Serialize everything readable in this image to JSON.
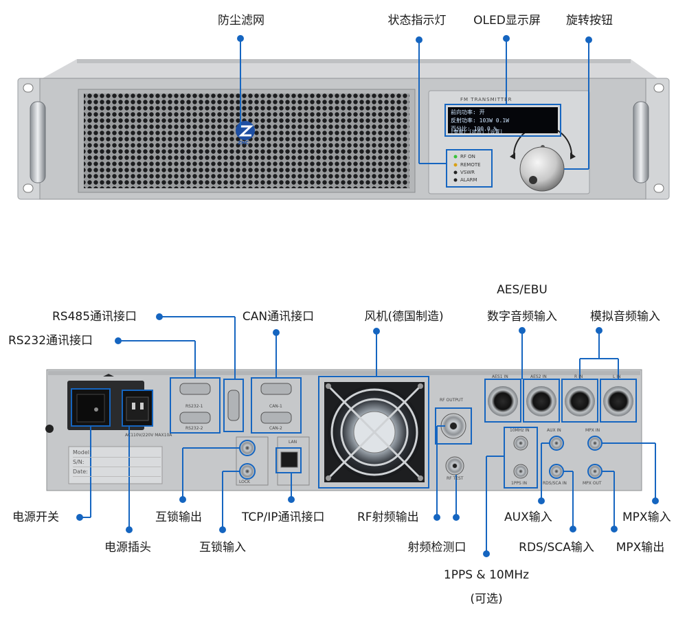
{
  "front_panel": {
    "callouts": {
      "dust_filter": "防尘滤网",
      "status_led": "状态指示灯",
      "oled_screen": "OLED显示屏",
      "rotary_knob": "旋转按钮"
    },
    "panel_title": "FM TRANSMITTER",
    "oled_lines": [
      "前向功率:    开",
      "反射功率:  103W   0.1W",
      "百分比:    100.0   %",
      "[查看]  [状态]  [设置]"
    ],
    "leds": [
      "RF ON",
      "REMOTE",
      "VSWR",
      "ALARM"
    ],
    "logo": "ZHC"
  },
  "rear_panel": {
    "callouts": {
      "rs485": "RS485通讯接口",
      "rs232": "RS232通讯接口",
      "can": "CAN通讯接口",
      "fan": "风机(德国制造)",
      "aes_line1": "AES/EBU",
      "aes_line2": "数字音频输入",
      "analog_audio": "模拟音频输入",
      "power_switch": "电源开关",
      "power_socket": "电源插头",
      "interlock_out": "互锁输出",
      "interlock_in": "互锁输入",
      "tcpip": "TCP/IP通讯接口",
      "rf_out": "RF射频输出",
      "rf_monitor": "射频检测口",
      "pps_line1": "1PPS & 10MHz",
      "pps_line2": "(可选)",
      "aux_in": "AUX输入",
      "rds_in": "RDS/SCA输入",
      "mpx_in": "MPX输入",
      "mpx_out": "MPX输出"
    },
    "panel_labels": {
      "rs232_1": "RS232-1",
      "rs232_2": "RS232-2",
      "can1": "CAN-1",
      "can2": "CAN-2",
      "power_rating": "AC110V/220V MAX10A",
      "rf_output": "RF OUTPUT",
      "rf_test": "RF TEST",
      "aes1": "AES1 IN",
      "aes2": "AES2 IN",
      "r_in": "R IN",
      "l_in": "L IN",
      "aux": "AUX IN",
      "rds": "RDS/SCA IN",
      "mpx_in": "MPX IN",
      "mpx_out": "MPX OUT",
      "ten_mhz": "10MHz IN",
      "pps": "1PPS IN",
      "lock": "LOCK",
      "lan": "LAN"
    },
    "plate_fields": [
      "Model:",
      "S/N:",
      "Date:"
    ]
  },
  "colors": {
    "accent_blue": "#1565c0",
    "chassis_gray": "#c9cbcd"
  }
}
